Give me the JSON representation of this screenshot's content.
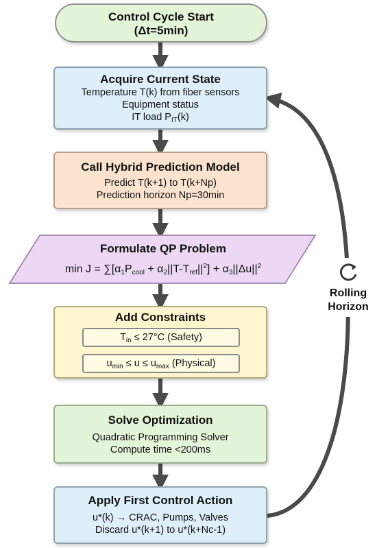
{
  "colors": {
    "arrow": "#4a4a4a",
    "start_fill": "#e4f4d8",
    "acquire_fill": "#deeffa",
    "predict_fill": "#fbe3cf",
    "qp_fill": "#ecd8f5",
    "constraints_fill": "#fdf5cd",
    "solve_fill": "#e4f4d8",
    "apply_fill": "#deeffa"
  },
  "start": {
    "title": "Control Cycle Start",
    "subtitle": "(Δt=5min)"
  },
  "acquire": {
    "title": "Acquire Current State",
    "lines": [
      "Temperature T(k) from fiber sensors",
      "Equipment status"
    ],
    "it_load_prefix": "IT load P",
    "it_load_sub": "IT",
    "it_load_suffix": "(k)"
  },
  "predict": {
    "title": "Call Hybrid Prediction Model",
    "lines": [
      "Predict T(k+1) to T(k+Np)",
      "Prediction horizon Np=30min"
    ]
  },
  "qp": {
    "title": "Formulate QP Problem",
    "formula": {
      "p1": "min J = ∑[α",
      "s1": "1",
      "p2": "P",
      "s2": "cool",
      "p3": " + α",
      "s3": "2",
      "p4": "||T-T",
      "s4": "ref",
      "p5": "||",
      "e1": "2",
      "p6": "] + α",
      "s5": "3",
      "p7": "||Δu||",
      "e2": "2"
    }
  },
  "constraints": {
    "title": "Add Constraints",
    "c1": {
      "a": "T",
      "sub": "in",
      "b": " ≤ 27°C (Safety)"
    },
    "c2": {
      "a": "u",
      "sub1": "min",
      "b": " ≤ u ≤ u",
      "sub2": "max",
      "c": " (Physical)"
    }
  },
  "solve": {
    "title": "Solve Optimization",
    "lines": [
      "Quadratic Programming Solver",
      "Compute time <200ms"
    ]
  },
  "apply": {
    "title": "Apply First Control Action",
    "lines": [
      "u*(k) → CRAC, Pumps, Valves",
      "Discard u*(k+1) to u*(k+Nc-1)"
    ]
  },
  "loop": {
    "label_line1": "Rolling",
    "label_line2": "Horizon",
    "icon": "refresh-cycle-icon"
  }
}
